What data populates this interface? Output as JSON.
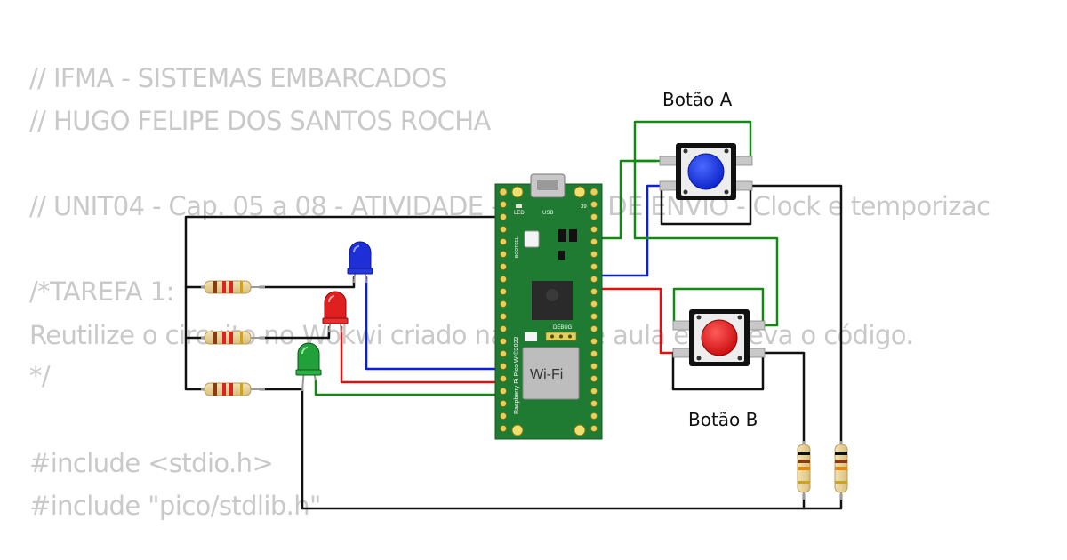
{
  "code": {
    "line1": "// IFMA - SISTEMAS EMBARCADOS",
    "line2": "// HUGO FELIPE DOS SANTOS ROCHA",
    "line3": "// UNIT04 - Cap. 05 a 08 - ATIVIDADE - TAREFA DE ENVIO - Clock e temporizac",
    "line4": "/*TAREFA 1:",
    "line5": "Reutilize o circuito no Wokwi criado na aula de aula e escreva o código.",
    "line6": "*/",
    "line7": "#include <stdio.h>",
    "line8": "#include \"pico/stdlib.h\""
  },
  "labels": {
    "button_a": "Botão A",
    "button_b": "Botão B"
  },
  "board": {
    "name": "Raspberry Pi Pico W ©2022",
    "led_label": "LED",
    "usb_label": "USB",
    "bootsel_label": "BOOTSEL",
    "debug_label": "DEBUG",
    "wifi_label": "Wi-Fi",
    "pin_number": "39"
  },
  "colors": {
    "board": "#1f7a32",
    "wire_blue": "#0a1ee0",
    "wire_red": "#e01010",
    "wire_green": "#128a12",
    "wire_black": "#111111",
    "led_blue": "#1f2fd8",
    "led_red": "#e02020",
    "led_green": "#22a03a",
    "button_a_cap": "#1030e0",
    "button_b_cap": "#e01818"
  }
}
